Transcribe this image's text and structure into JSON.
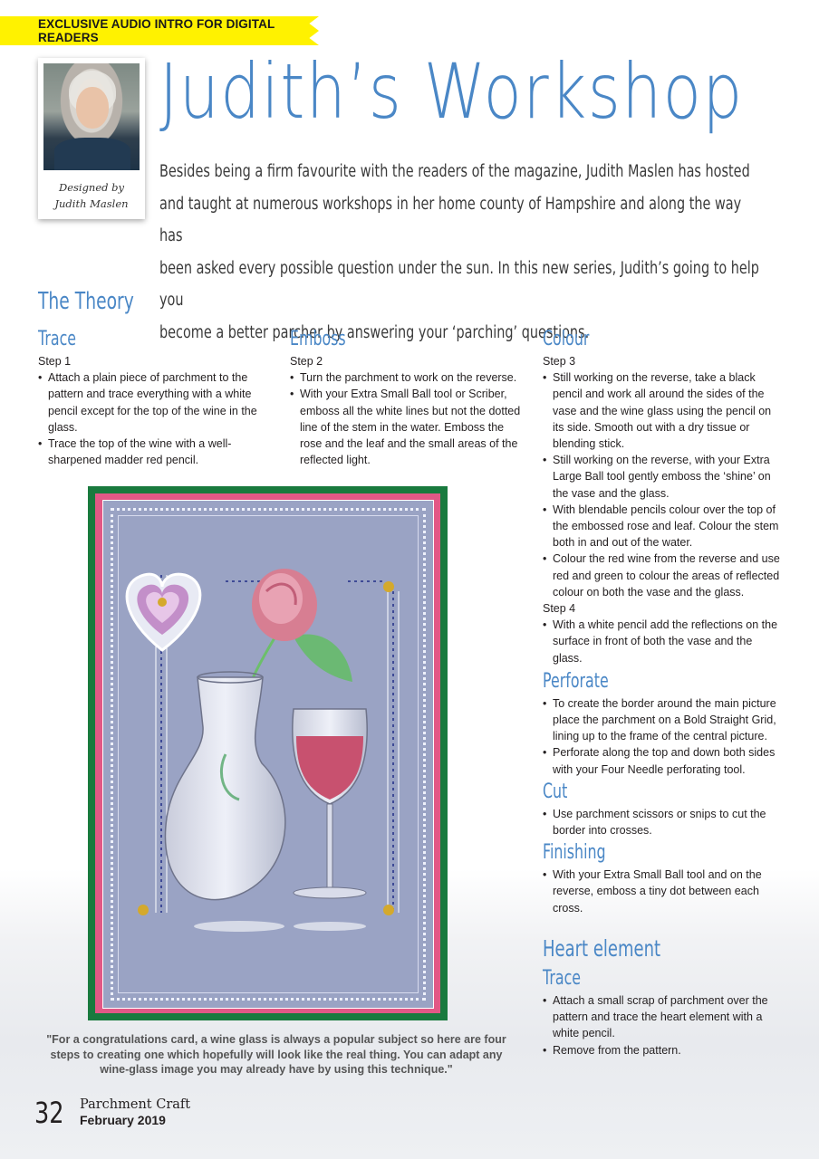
{
  "banner": {
    "text": "EXCLUSIVE AUDIO INTRO FOR DIGITAL READERS"
  },
  "designer": {
    "line1": "Designed by",
    "line2": "Judith Maslen"
  },
  "header": {
    "title": "Judith’s Workshop",
    "intro_lines": [
      "Besides being a firm favourite with the readers of the magazine, Judith Maslen has hosted",
      "and taught at numerous workshops in her home county of Hampshire and along the way has",
      "been asked every possible question under the sun. In this new series, Judith’s going to help you",
      "become a better parcher by answering your ‘parching’ questions."
    ]
  },
  "theory": {
    "heading": "The Theory",
    "trace": {
      "heading": "Trace",
      "step": "Step 1",
      "bullets": [
        "Attach a plain piece of parchment to the pattern and trace everything with a white pencil except for the top of the wine in the glass.",
        "Trace the top of the wine with a well-sharpened madder red pencil."
      ]
    },
    "emboss": {
      "heading": "Emboss",
      "step": "Step 2",
      "bullets": [
        "Turn the parchment to work on the reverse.",
        "With your Extra Small Ball tool or Scriber, emboss all the white lines but not the dotted line of the stem in the water. Emboss the rose and the leaf and the small areas of the reflected light."
      ]
    },
    "colour": {
      "heading": "Colour",
      "step3": "Step 3",
      "bullets3": [
        "Still working on the reverse, take a black pencil and work all around the sides of the vase and the wine glass using the pencil on its side. Smooth out with a dry tissue or blending stick.",
        "Still working on the reverse, with your Extra Large Ball tool gently emboss the ‘shine’ on the vase and the glass.",
        "With blendable pencils colour over the top of the embossed rose and leaf. Colour the stem both in and out of the water.",
        "Colour the red wine from the reverse and use red and green to colour the areas of reflected colour on both the vase and the glass."
      ],
      "step4": "Step 4",
      "bullets4": [
        "With a white pencil add the reflections on the surface in front of both the vase and the glass."
      ]
    },
    "perforate": {
      "heading": "Perforate",
      "bullets": [
        "To create the border around the main picture place the parchment on a Bold Straight Grid, lining up to the frame of the central picture.",
        "Perforate along the top and down both sides with your Four Needle perforating tool."
      ]
    },
    "cut": {
      "heading": "Cut",
      "bullets": [
        "Use parchment scissors or snips to cut the border into crosses."
      ]
    },
    "finishing": {
      "heading": "Finishing",
      "bullets": [
        "With your Extra Small Ball tool and on the reverse, emboss a tiny dot between each cross."
      ]
    }
  },
  "heart": {
    "heading": "Heart element",
    "sub": "Trace",
    "bullets": [
      "Attach a small scrap of parchment over the pattern and trace the heart element with a white pencil.",
      "Remove from the pattern."
    ]
  },
  "quote": "\"For a congratulations card, a wine glass is always a popular subject so here are four steps to creating one which hopefully will look like the real thing. You can adapt any wine-glass image you may already have by using this technique.\"",
  "footer": {
    "page": "32",
    "magazine": "Parchment Craft",
    "issue": "February 2019"
  },
  "colors": {
    "accent": "#4a87c6",
    "banner": "#fff200",
    "card_green": "#197a3e",
    "card_pink": "#e25886",
    "card_blue": "#9aa3c4"
  }
}
